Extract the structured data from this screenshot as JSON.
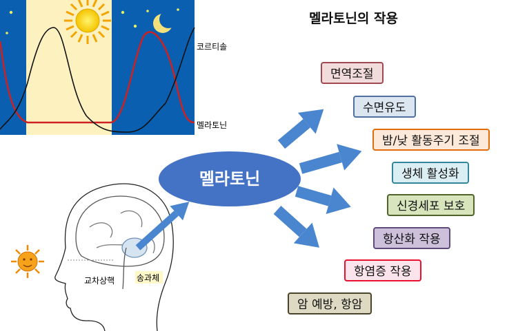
{
  "title": "멜라토닌의 작용",
  "center_label": "멜라토닌",
  "graph": {
    "cortisol_label": "코르티솔",
    "melatonin_label": "멜라토닌"
  },
  "brain": {
    "chiasm_label": "교차상핵",
    "pineal_label": "송과체"
  },
  "effects": [
    {
      "label": "면역조절",
      "fill": "#f2dcdb",
      "border": "#a0474f"
    },
    {
      "label": "수면유도",
      "fill": "#dce6f1",
      "border": "#4f6fa0"
    },
    {
      "label": "밤/낮 활동주기 조절",
      "fill": "#fde9d9",
      "border": "#e36c0a"
    },
    {
      "label": "생체 활성화",
      "fill": "#dbeef3",
      "border": "#31859c"
    },
    {
      "label": "신경세포 보호",
      "fill": "#d7e4bc",
      "border": "#4f6228"
    },
    {
      "label": "항산화 작용",
      "fill": "#ccc0da",
      "border": "#5f497a"
    },
    {
      "label": "항염증 작용",
      "fill": "#fce4ec",
      "border": "#e8102e"
    },
    {
      "label": "암 예방, 항암",
      "fill": "#ddd9c3",
      "border": "#494429"
    }
  ],
  "colors": {
    "center": "#4472c4",
    "arrow": "#4a86d0",
    "night_panel": "#0b5fb0",
    "day_panel": "#fdf1c0",
    "cortisol_line": "#111111",
    "melatonin_line": "#cc2222"
  }
}
